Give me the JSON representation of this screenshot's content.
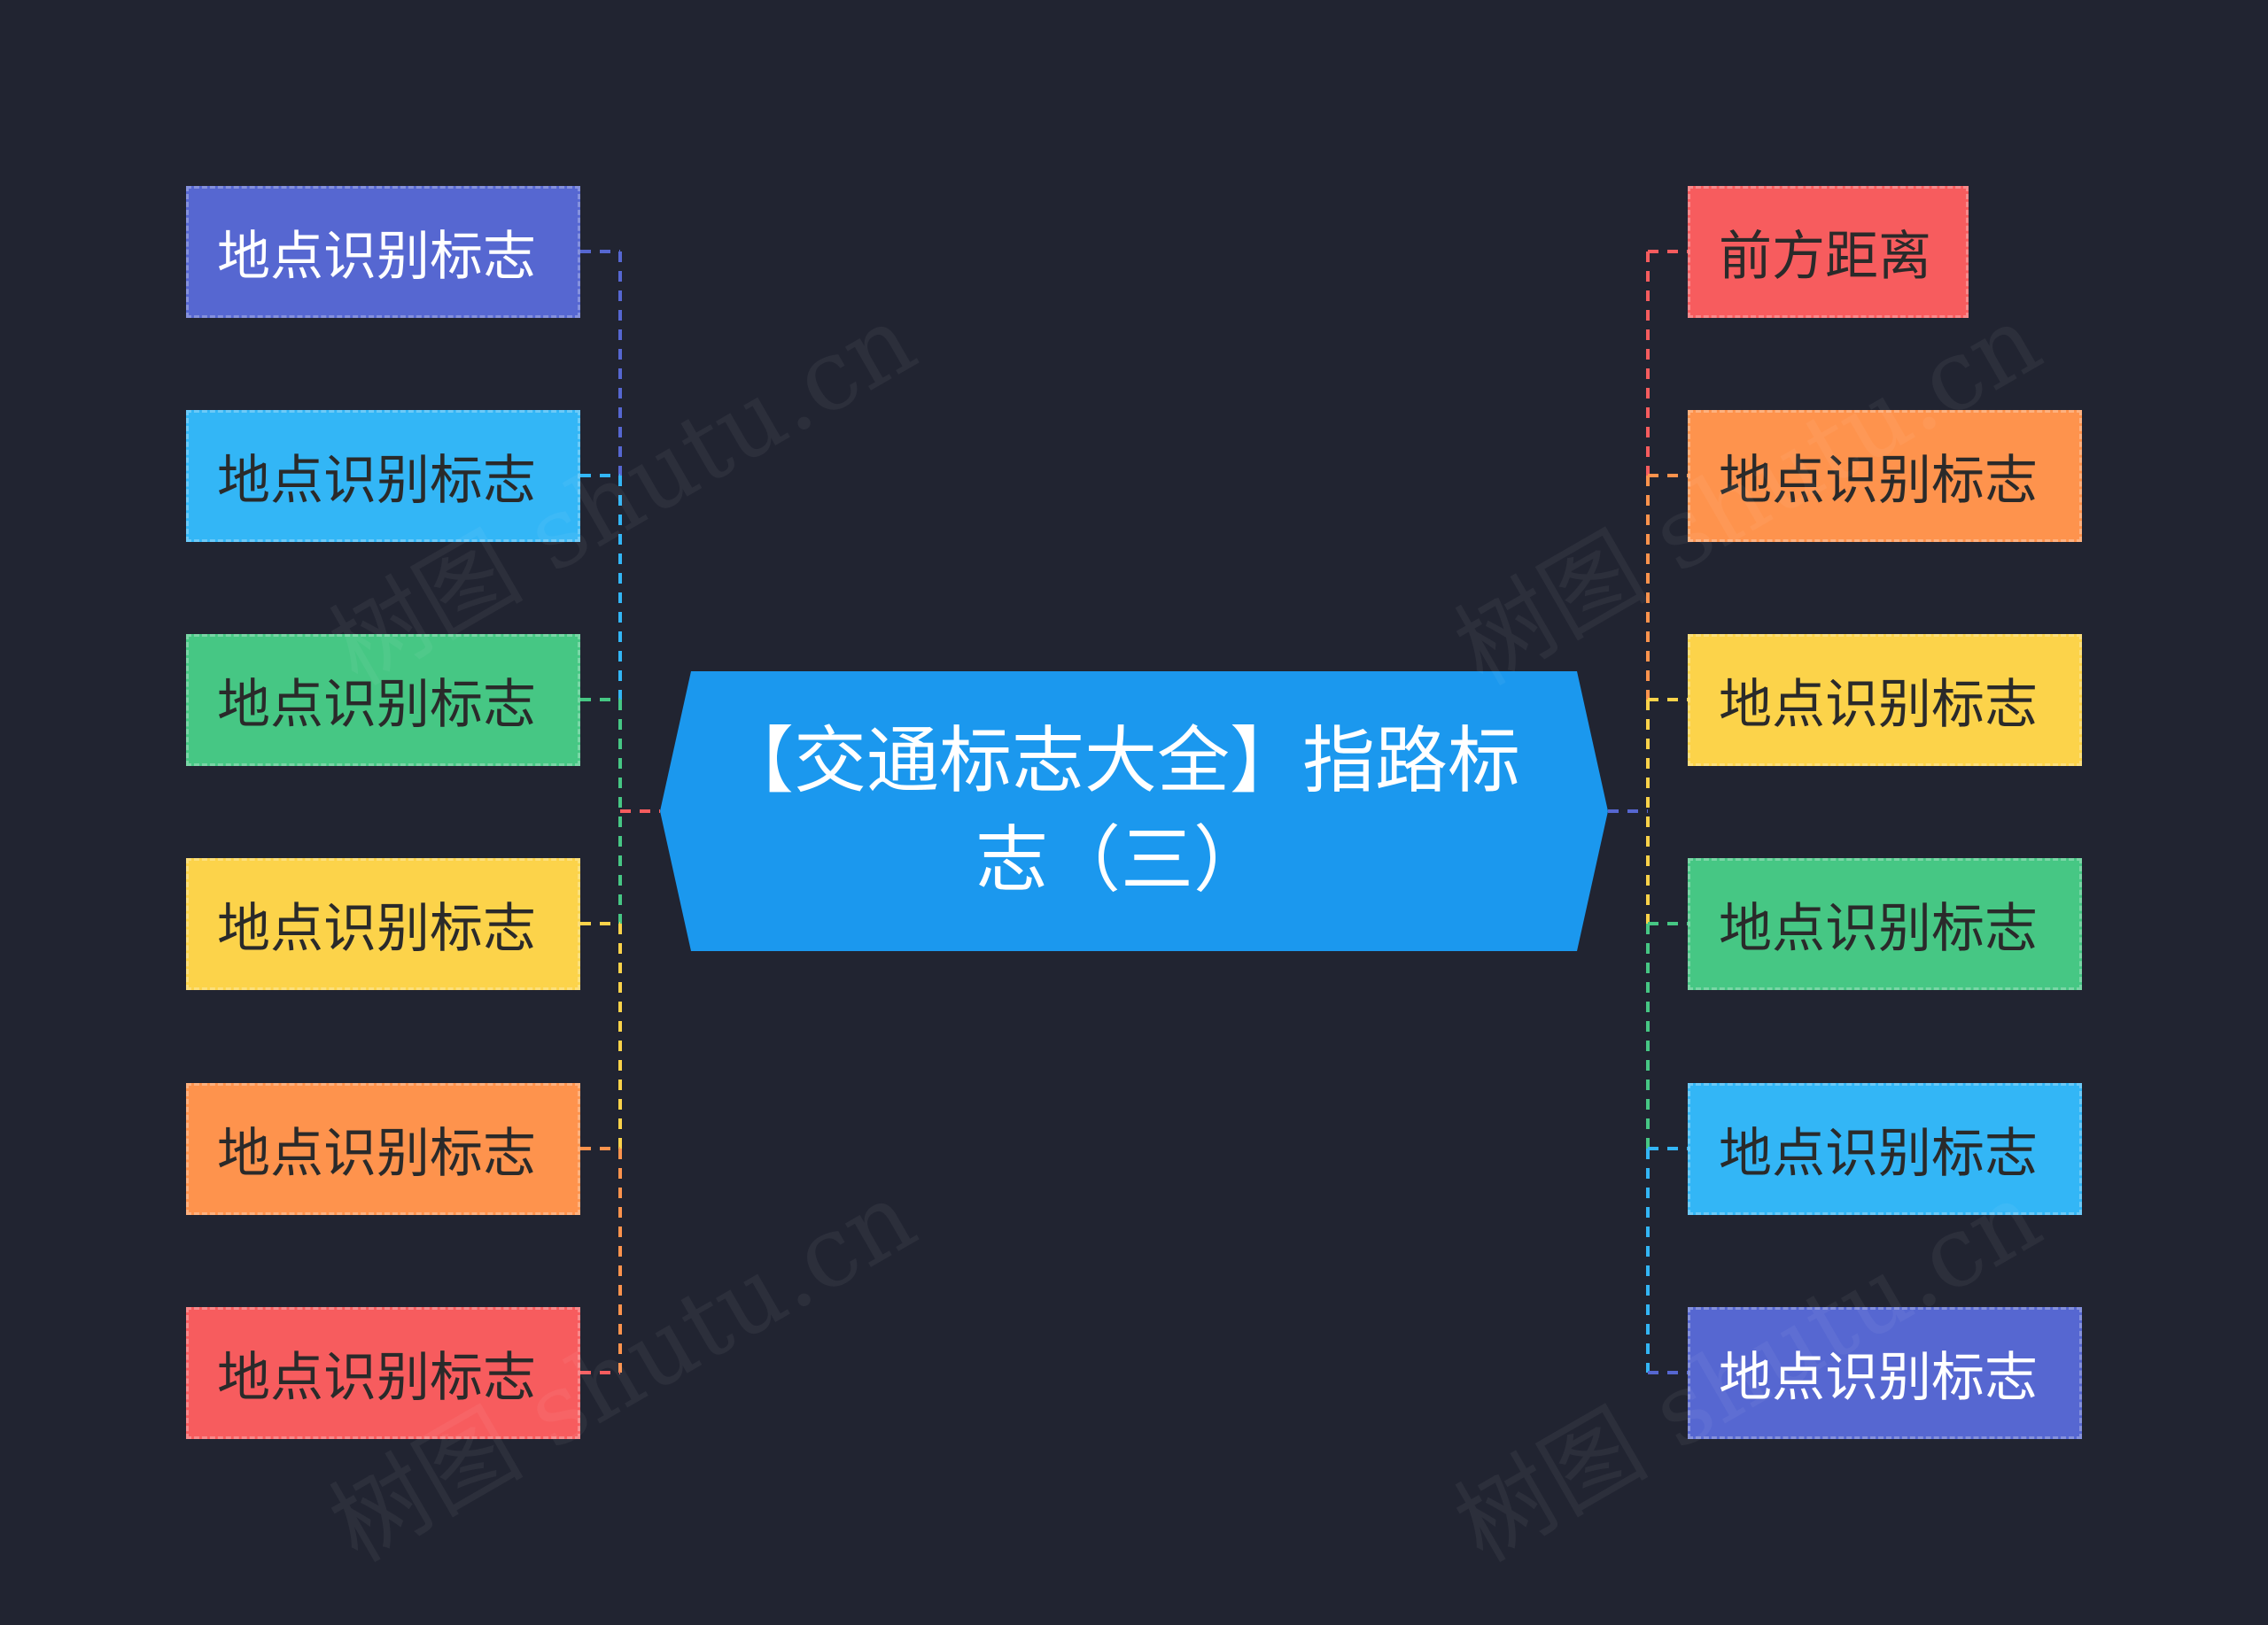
{
  "root": {
    "line1": "【交通标志大全】指路标",
    "line2": "志（三）",
    "color": "#1B98EE"
  },
  "left_nodes": [
    {
      "label": "地点识别标志",
      "color": "#5667D1",
      "text_color": "#FFFFFF"
    },
    {
      "label": "地点识别标志",
      "color": "#33B6F6",
      "text_color": "#2A2A2A"
    },
    {
      "label": "地点识别标志",
      "color": "#46C784",
      "text_color": "#2A2A2A"
    },
    {
      "label": "地点识别标志",
      "color": "#FCD34A",
      "text_color": "#2A2A2A"
    },
    {
      "label": "地点识别标志",
      "color": "#FE934D",
      "text_color": "#2A2A2A"
    },
    {
      "label": "地点识别标志",
      "color": "#F75C5E",
      "text_color": "#2A2A2A"
    }
  ],
  "right_nodes": [
    {
      "label": "前方距离",
      "color": "#F75C5E",
      "text_color": "#2A2A2A"
    },
    {
      "label": "地点识别标志",
      "color": "#FE934D",
      "text_color": "#2A2A2A"
    },
    {
      "label": "地点识别标志",
      "color": "#FCD34A",
      "text_color": "#2A2A2A"
    },
    {
      "label": "地点识别标志",
      "color": "#46C784",
      "text_color": "#2A2A2A"
    },
    {
      "label": "地点识别标志",
      "color": "#33B6F6",
      "text_color": "#2A2A2A"
    },
    {
      "label": "地点识别标志",
      "color": "#5667D1",
      "text_color": "#FFFFFF"
    }
  ],
  "watermark": "树图 shutu.cn"
}
